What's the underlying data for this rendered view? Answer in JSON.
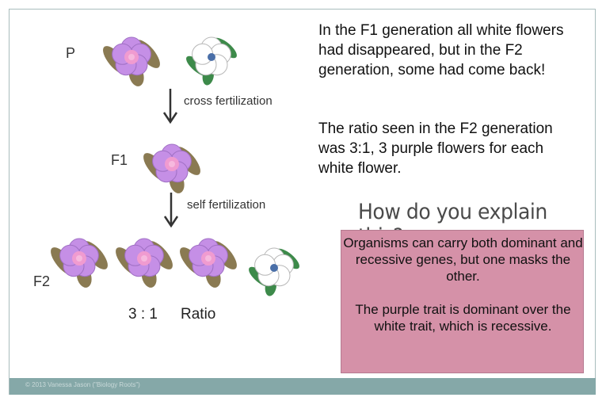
{
  "diagram": {
    "labels": {
      "parental": "P",
      "f1": "F1",
      "f2": "F2",
      "cross": "cross fertilization",
      "self": "self fertilization",
      "ratio_value": "3 : 1",
      "ratio_word": "Ratio"
    }
  },
  "text": {
    "para1": "In the F1 generation all white flowers had disappeared, but in the F2 generation, some had come back!",
    "para2": "The ratio seen in the F2 generation was 3:1, 3 purple flowers for each  white flower.",
    "question": "How do you explain this?",
    "box_text1": "Organisms can carry both dominant and recessive genes, but one masks the other.",
    "box_text2": "The purple trait is dominant over the white trait, which is recessive."
  },
  "footer": {
    "credit": "© 2013 Vanessa Jason (\"Biology Roots\")"
  },
  "colors": {
    "purple_petal": "#c58fe6",
    "purple_center": "#f09bd0",
    "leaf": "#8a7a52",
    "white_petal": "#ffffff",
    "white_center": "#4a6fa8",
    "white_leaf": "#3d8a4a",
    "box": "#d591a8",
    "footer": "#85a8a8"
  }
}
